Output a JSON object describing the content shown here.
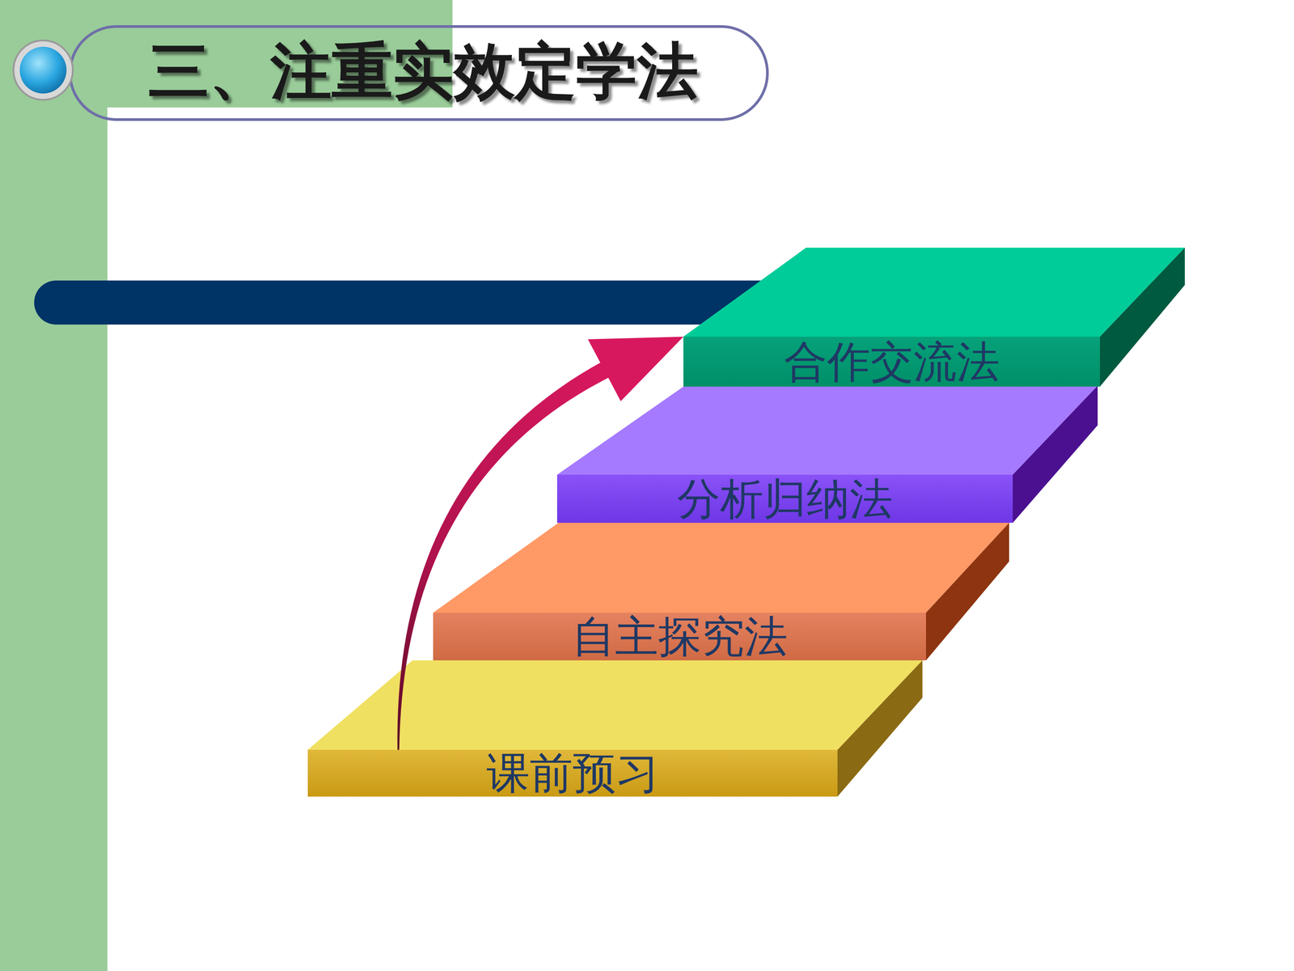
{
  "diagram": {
    "title": "三、注重实效定学法",
    "nodes": [
      {
        "text": [
          "课前预习"
        ]
      },
      {
        "text": [
          "自主探究法"
        ]
      },
      {
        "text": [
          "分析归纳法"
        ]
      },
      {
        "text": [
          "合作交流法"
        ]
      }
    ],
    "edges": [
      {
        "from": 0,
        "to": 3,
        "arrow": "to"
      }
    ]
  }
}
